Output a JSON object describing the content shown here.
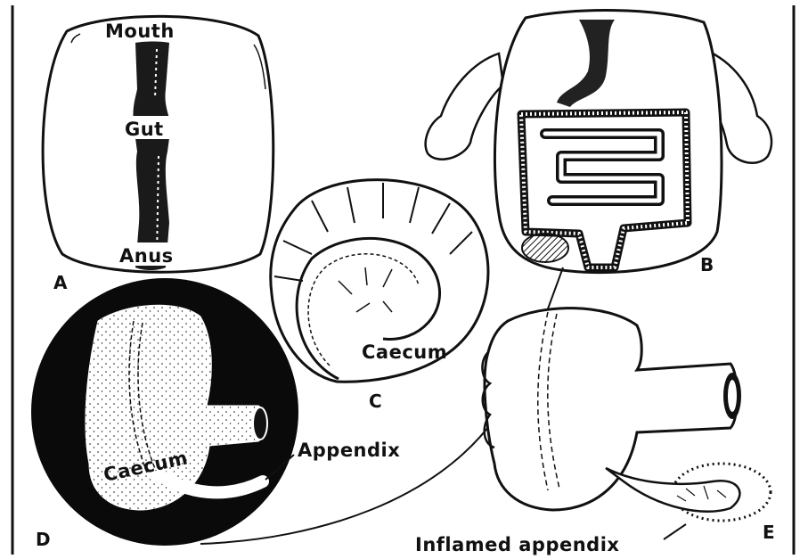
{
  "panels": {
    "a": {
      "letter": "A",
      "labels": {
        "mouth": "Mouth",
        "gut": "Gut",
        "anus": "Anus"
      }
    },
    "b": {
      "letter": "B"
    },
    "c": {
      "letter": "C",
      "labels": {
        "caecum": "Caecum"
      }
    },
    "d": {
      "letter": "D",
      "labels": {
        "caecum": "Caecum",
        "appendix": "Appendix"
      }
    },
    "e": {
      "letter": "E",
      "labels": {
        "inflamed_appendix": "Inflamed appendix"
      }
    }
  },
  "colors": {
    "ink": "#111111",
    "paper": "#ffffff"
  }
}
